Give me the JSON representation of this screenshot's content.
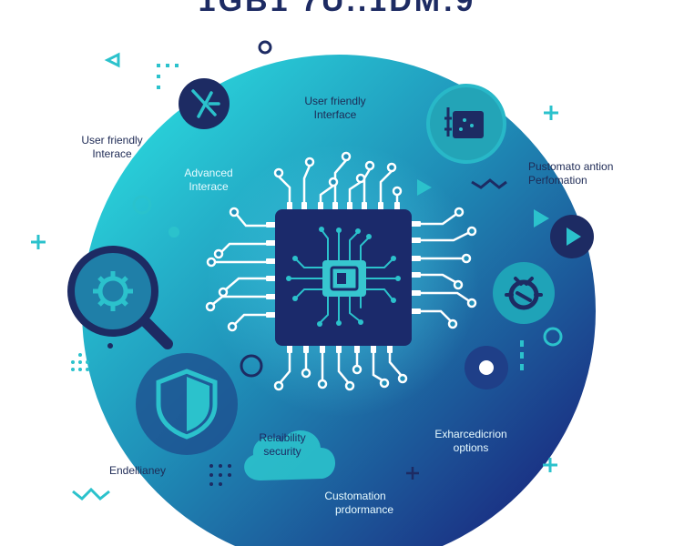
{
  "header": {
    "title": "1GB1 7U..1DM:9"
  },
  "labels": {
    "top_center_line1": "User friendly",
    "top_center_line2": "Interface",
    "top_left_line1": "User friendly",
    "top_left_line2": "Interace",
    "advanced_line1": "Advanced",
    "advanced_line2": "Interace",
    "right_top_line1": "Pustomato antion",
    "right_top_line2": "Perfomation",
    "reliability_line1": "Relaibility",
    "reliability_line2": "security",
    "enhanced_line1": "Exharcedicrion",
    "enhanced_line2": "options",
    "endellianey": "Endellianey",
    "customation_line1": "Customation",
    "customation_line2": "prdormance"
  },
  "colors": {
    "circle_light": "#25d0d8",
    "circle_dark": "#1a2a80",
    "chip_body": "#1b2a6b",
    "chip_core": "#37c6cf",
    "accent_teal": "#2bc2cc",
    "accent_navy": "#1d2b63",
    "trace": "#ffffff"
  },
  "icons": [
    "signal-icon",
    "chip-card-icon",
    "gear-search-icon",
    "shield-icon",
    "bug-icon",
    "play-icon",
    "cloud-icon",
    "target-dot-icon"
  ]
}
